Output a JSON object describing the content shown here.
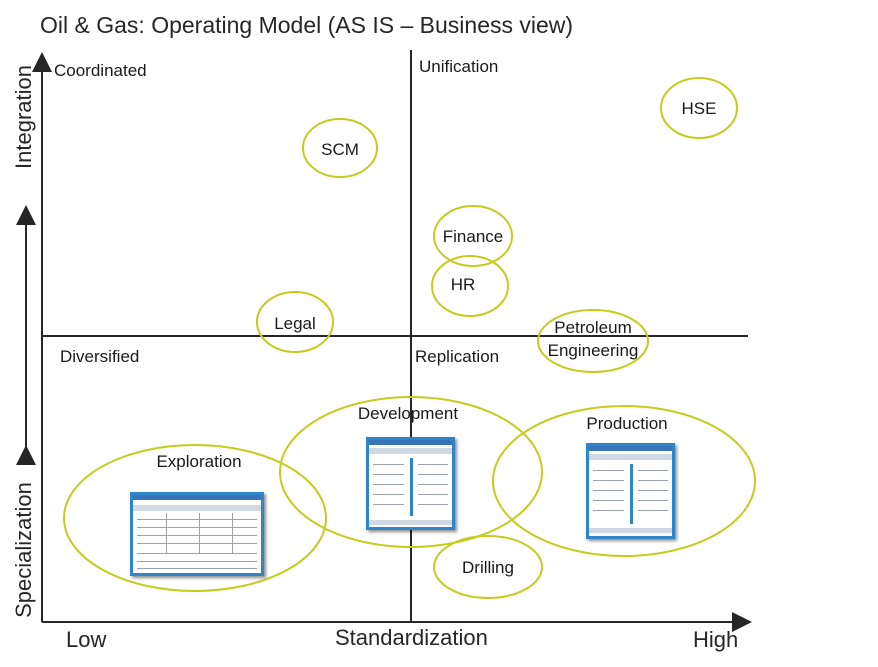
{
  "title": "Oil & Gas: Operating Model  (AS IS – Business view)",
  "quadrants": {
    "top_left": "Coordinated",
    "top_right": "Unification",
    "bottom_left": "Diversified",
    "bottom_right": "Replication"
  },
  "axes": {
    "y_top": "Integration",
    "y_bottom": "Specialization",
    "x_left": "Low",
    "x_center": "Standardization",
    "x_right": "High"
  },
  "bubbles": {
    "scm": "SCM",
    "hse": "HSE",
    "finance": "Finance",
    "hr": "HR",
    "legal": "Legal",
    "petroleum_line1": "Petroleum",
    "petroleum_line2": "Engineering",
    "exploration": "Exploration",
    "development": "Development",
    "production": "Production",
    "drilling": "Drilling"
  },
  "colors": {
    "ellipse": "#c4cc1d",
    "axis": "#262626",
    "thumbnail_border": "#2e86c8"
  }
}
